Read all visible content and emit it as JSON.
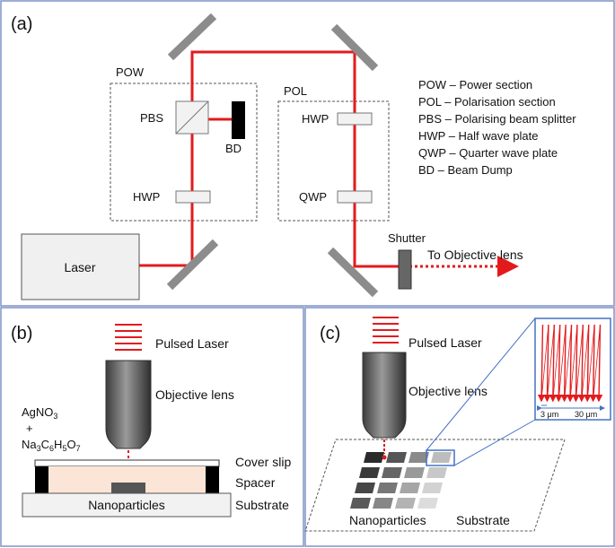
{
  "panels": {
    "a": "(a)",
    "b": "(b)",
    "c": "(c)"
  },
  "panel_a": {
    "pow": "POW",
    "pol": "POL",
    "pbs": "PBS",
    "bd": "BD",
    "hwp_pow": "HWP",
    "hwp_pol": "HWP",
    "qwp": "QWP",
    "laser": "Laser",
    "shutter": "Shutter",
    "to_objective": "To Objective lens",
    "legend": [
      "POW – Power section",
      "POL – Polarisation section",
      "PBS – Polarising beam splitter",
      "HWP – Half wave plate",
      "QWP – Quarter wave plate",
      "BD – Beam Dump"
    ]
  },
  "panel_b": {
    "pulsed_laser": "Pulsed Laser",
    "objective_lens": "Objective lens",
    "agno3": "AgNO",
    "agno3_sub": "3",
    "plus": "+",
    "citrate_parts": [
      "Na",
      "3",
      "C",
      "6",
      "H",
      "5",
      "O",
      "7"
    ],
    "cover_slip": "Cover slip",
    "spacer": "Spacer",
    "nanoparticles": "Nanoparticles",
    "substrate": "Substrate"
  },
  "panel_c": {
    "pulsed_laser": "Pulsed Laser",
    "objective_lens": "Objective lens",
    "nanoparticles": "Nanoparticles",
    "substrate": "Substrate",
    "scale_small": "3 μm",
    "scale_large": "30 μm"
  },
  "colors": {
    "beam": "#e31a1c",
    "mirror": "#8c8c8c",
    "panel_border": "#7f93c9",
    "solution": "#fbe5d6",
    "zoom_box": "#4472c4"
  }
}
